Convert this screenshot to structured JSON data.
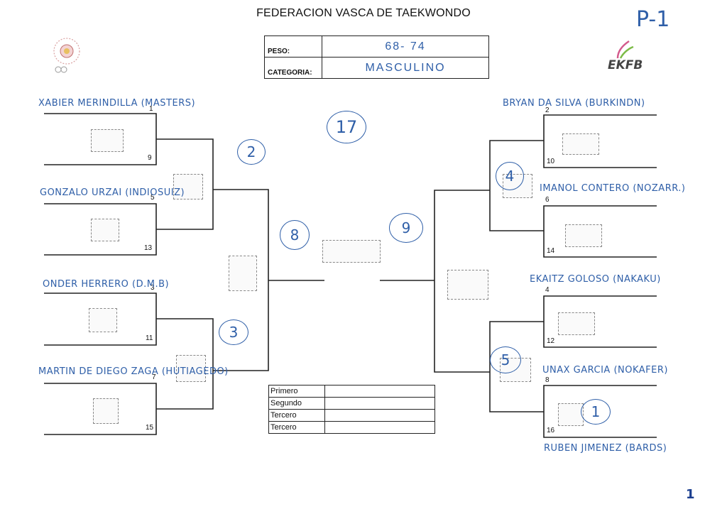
{
  "header": {
    "title": "FEDERACION VASCA DE TAEKWONDO",
    "corner_mark": "P-1",
    "peso_label": "PESO:",
    "peso_value": "68- 74",
    "categoria_label": "CATEGORIA:",
    "categoria_value": "MASCULINO",
    "logo_right_text": "EKFB"
  },
  "bracket": {
    "total_circle": "17",
    "left_players": [
      {
        "name": "XABIER MERINDILLA (MASTERS)",
        "seed": "9"
      },
      {
        "name": "GONZALO URZAI (INDIOSUIZ)",
        "seed": "13"
      },
      {
        "name": "ONDER HERRERO (D.M.B)",
        "seed": "11"
      },
      {
        "name": "MARTIN DE DIEGO ZAGA (HUTIAGEDO)",
        "seed": "15"
      }
    ],
    "left_mid_numbers": [
      "1",
      "5",
      "3",
      "7"
    ],
    "right_players": [
      {
        "name": "BRYAN DA SILVA (BURKINDN)",
        "seed": "10",
        "top_num": "2"
      },
      {
        "name": "IMANOL CONTERO (NOZARR.)",
        "seed": "14",
        "top_num": "6"
      },
      {
        "name": "EKAITZ GOLOSO (NAKAKU)",
        "seed": "12",
        "top_num": "4"
      },
      {
        "name": "UNAX GARCIA (NOKAFER)",
        "seed": "16",
        "top_num": "8"
      }
    ],
    "extra_bottom_name": "RUBEN JIMENEZ (BARDS)",
    "circles": {
      "c2": "2",
      "c3": "3",
      "c4": "4",
      "c5": "5",
      "c8": "8",
      "c9": "9",
      "c1": "1"
    }
  },
  "results": [
    {
      "label": "Primero",
      "value": ""
    },
    {
      "label": "Segundo",
      "value": ""
    },
    {
      "label": "Tercero",
      "value": ""
    },
    {
      "label": "Tercero",
      "value": ""
    }
  ],
  "footer": {
    "page_number": "1"
  },
  "colors": {
    "ink": "#2f5fa8",
    "line": "#222222"
  }
}
